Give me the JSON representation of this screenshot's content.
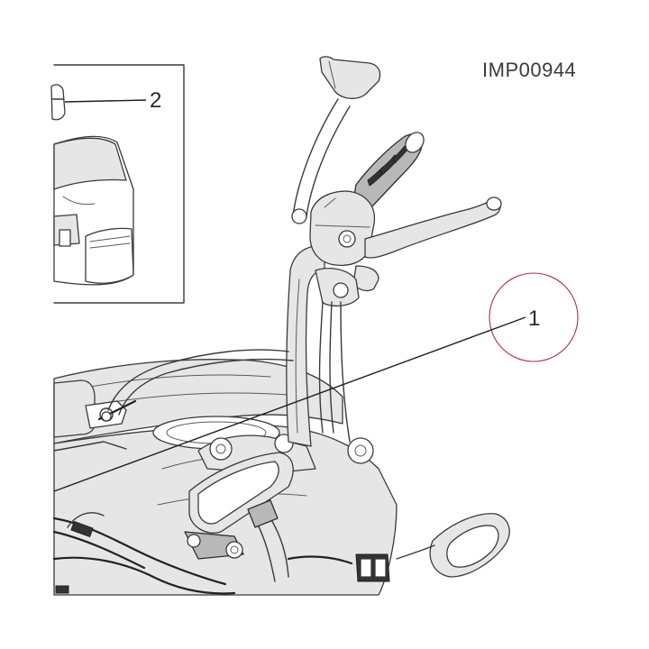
{
  "figure": {
    "reference_code": "IMP00944"
  },
  "callouts": [
    {
      "number": "1"
    },
    {
      "number": "2"
    }
  ],
  "colors": {
    "highlight_circle": "#b03040",
    "line_art": "#3a3a3a",
    "background": "#ffffff"
  }
}
